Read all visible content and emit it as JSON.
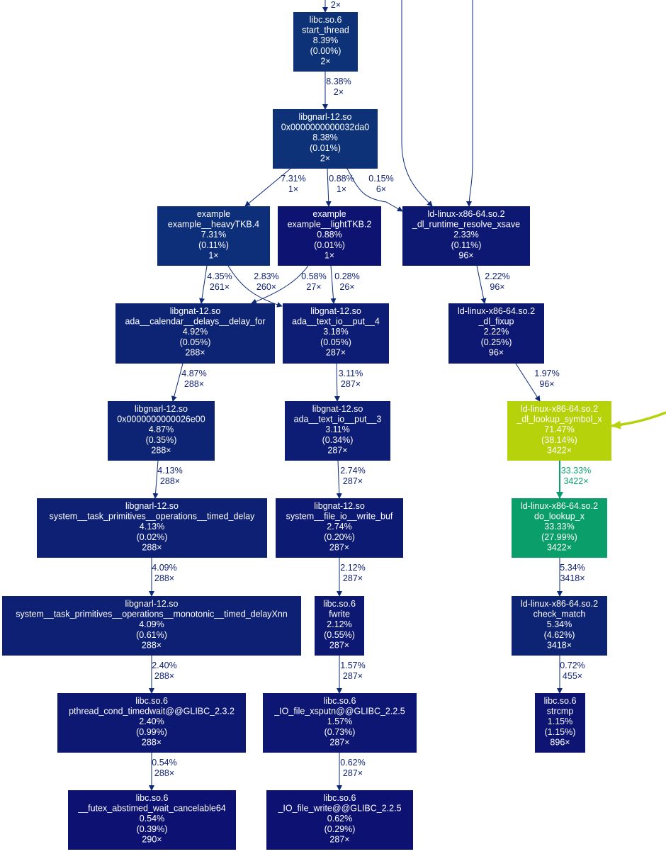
{
  "colors": {
    "navy_edge": "#0d2a7a",
    "navy_label": "#0d1f73",
    "lime_edge": "#b5d20a",
    "green_edge": "#0a9e6a",
    "green_label": "#0a9e6a"
  },
  "nodes": [
    {
      "id": "start_thread",
      "lines": [
        "libc.so.6",
        "start_thread",
        "8.39%",
        "(0.00%)",
        "2×"
      ],
      "fill": "#0d3278",
      "text_color": "#ffffff"
    },
    {
      "id": "libgnarl_32da0",
      "lines": [
        "libgnarl-12.so",
        "0x0000000000032da0",
        "8.38%",
        "(0.01%)",
        "2×"
      ],
      "fill": "#0d3278",
      "text_color": "#ffffff"
    },
    {
      "id": "heavyTKB",
      "lines": [
        "example",
        "example__heavyTKB.4",
        "7.31%",
        "(0.11%)",
        "1×"
      ],
      "fill": "#0d2e78",
      "text_color": "#ffffff"
    },
    {
      "id": "lightTKB",
      "lines": [
        "example",
        "example__lightTKB.2",
        "0.88%",
        "(0.01%)",
        "1×"
      ],
      "fill": "#0d1371",
      "text_color": "#ffffff"
    },
    {
      "id": "dl_runtime",
      "lines": [
        "ld-linux-x86-64.so.2",
        "_dl_runtime_resolve_xsave",
        "2.33%",
        "(0.11%)",
        "96×"
      ],
      "fill": "#0d1873",
      "text_color": "#ffffff"
    },
    {
      "id": "delay_for",
      "lines": [
        "libgnat-12.so",
        "ada__calendar__delays__delay_for",
        "4.92%",
        "(0.05%)",
        "288×"
      ],
      "fill": "#0d2475",
      "text_color": "#ffffff"
    },
    {
      "id": "put_4",
      "lines": [
        "libgnat-12.so",
        "ada__text_io__put__4",
        "3.18%",
        "(0.05%)",
        "287×"
      ],
      "fill": "#0d1c74",
      "text_color": "#ffffff"
    },
    {
      "id": "dl_fixup",
      "lines": [
        "ld-linux-x86-64.so.2",
        "_dl_fixup",
        "2.22%",
        "(0.25%)",
        "96×"
      ],
      "fill": "#0d1873",
      "text_color": "#ffffff"
    },
    {
      "id": "libgnarl_26e00",
      "lines": [
        "libgnarl-12.so",
        "0x0000000000026e00",
        "4.87%",
        "(0.35%)",
        "288×"
      ],
      "fill": "#0d2475",
      "text_color": "#ffffff"
    },
    {
      "id": "put_3",
      "lines": [
        "libgnat-12.so",
        "ada__text_io__put__3",
        "3.11%",
        "(0.34%)",
        "287×"
      ],
      "fill": "#0d1c74",
      "text_color": "#ffffff"
    },
    {
      "id": "dl_lookup_symbol",
      "lines": [
        "ld-linux-x86-64.so.2",
        "_dl_lookup_symbol_x",
        "71.47%",
        "(38.14%)",
        "3422×"
      ],
      "fill": "#b5d20a",
      "text_color": "#ffffff"
    },
    {
      "id": "timed_delay",
      "lines": [
        "libgnarl-12.so",
        "system__task_primitives__operations__timed_delay",
        "4.13%",
        "(0.02%)",
        "288×"
      ],
      "fill": "#0d2074",
      "text_color": "#ffffff"
    },
    {
      "id": "write_buf",
      "lines": [
        "libgnat-12.so",
        "system__file_io__write_buf",
        "2.74%",
        "(0.20%)",
        "287×"
      ],
      "fill": "#0d1a73",
      "text_color": "#ffffff"
    },
    {
      "id": "do_lookup",
      "lines": [
        "ld-linux-x86-64.so.2",
        "do_lookup_x",
        "33.33%",
        "(27.99%)",
        "3422×"
      ],
      "fill": "#0a9e6a",
      "text_color": "#ffffff"
    },
    {
      "id": "monotonic",
      "lines": [
        "libgnarl-12.so",
        "system__task_primitives__operations__monotonic__timed_delayXnn",
        "4.09%",
        "(0.61%)",
        "288×"
      ],
      "fill": "#0d2074",
      "text_color": "#ffffff"
    },
    {
      "id": "fwrite",
      "lines": [
        "libc.so.6",
        "fwrite",
        "2.12%",
        "(0.55%)",
        "287×"
      ],
      "fill": "#0d1873",
      "text_color": "#ffffff"
    },
    {
      "id": "check_match",
      "lines": [
        "ld-linux-x86-64.so.2",
        "check_match",
        "5.34%",
        "(4.62%)",
        "3418×"
      ],
      "fill": "#0d2475",
      "text_color": "#ffffff"
    },
    {
      "id": "cond_timedwait",
      "lines": [
        "libc.so.6",
        "pthread_cond_timedwait@@GLIBC_2.3.2",
        "2.40%",
        "(0.99%)",
        "288×"
      ],
      "fill": "#0d1873",
      "text_color": "#ffffff"
    },
    {
      "id": "xsputn",
      "lines": [
        "libc.so.6",
        "_IO_file_xsputn@@GLIBC_2.2.5",
        "1.57%",
        "(0.73%)",
        "287×"
      ],
      "fill": "#0d1673",
      "text_color": "#ffffff"
    },
    {
      "id": "strcmp",
      "lines": [
        "libc.so.6",
        "strcmp",
        "1.15%",
        "(1.15%)",
        "896×"
      ],
      "fill": "#0d1472",
      "text_color": "#ffffff"
    },
    {
      "id": "futex",
      "lines": [
        "libc.so.6",
        "__futex_abstimed_wait_cancelable64",
        "0.54%",
        "(0.39%)",
        "290×"
      ],
      "fill": "#0d1171",
      "text_color": "#ffffff"
    },
    {
      "id": "file_write",
      "lines": [
        "libc.so.6",
        "_IO_file_write@@GLIBC_2.2.5",
        "0.62%",
        "(0.29%)",
        "287×"
      ],
      "fill": "#0d1171",
      "text_color": "#ffffff"
    }
  ],
  "edges": [
    {
      "from": "above",
      "to": "start_thread",
      "lines": [
        "",
        "2×"
      ],
      "style": "navy"
    },
    {
      "from": "start_thread",
      "to": "libgnarl_32da0",
      "lines": [
        "8.38%",
        "2×"
      ],
      "style": "navy"
    },
    {
      "from": "libgnarl_32da0",
      "to": "heavyTKB",
      "lines": [
        "7.31%",
        "1×"
      ],
      "style": "navy"
    },
    {
      "from": "libgnarl_32da0",
      "to": "lightTKB",
      "lines": [
        "0.88%",
        "1×"
      ],
      "style": "navy"
    },
    {
      "from": "libgnarl_32da0",
      "to": "dl_runtime",
      "lines": [
        "0.15%",
        "6×"
      ],
      "style": "navy"
    },
    {
      "from": "above",
      "to": "dl_runtime",
      "lines": [],
      "style": "navy"
    },
    {
      "from": "above",
      "to": "dl_runtime",
      "lines": [],
      "style": "navy"
    },
    {
      "from": "heavyTKB",
      "to": "delay_for",
      "lines": [
        "4.35%",
        "261×"
      ],
      "style": "navy"
    },
    {
      "from": "heavyTKB",
      "to": "put_4",
      "lines": [
        "2.83%",
        "260×"
      ],
      "style": "navy"
    },
    {
      "from": "lightTKB",
      "to": "delay_for",
      "lines": [
        "0.58%",
        "27×"
      ],
      "style": "navy"
    },
    {
      "from": "lightTKB",
      "to": "put_4",
      "lines": [
        "0.28%",
        "26×"
      ],
      "style": "navy"
    },
    {
      "from": "dl_runtime",
      "to": "dl_fixup",
      "lines": [
        "2.22%",
        "96×"
      ],
      "style": "navy"
    },
    {
      "from": "delay_for",
      "to": "libgnarl_26e00",
      "lines": [
        "4.87%",
        "288×"
      ],
      "style": "navy"
    },
    {
      "from": "put_4",
      "to": "put_3",
      "lines": [
        "3.11%",
        "287×"
      ],
      "style": "navy"
    },
    {
      "from": "dl_fixup",
      "to": "dl_lookup_symbol",
      "lines": [
        "1.97%",
        "96×"
      ],
      "style": "navy"
    },
    {
      "from": "right",
      "to": "dl_lookup_symbol",
      "lines": [],
      "style": "lime"
    },
    {
      "from": "libgnarl_26e00",
      "to": "timed_delay",
      "lines": [
        "4.13%",
        "288×"
      ],
      "style": "navy"
    },
    {
      "from": "put_3",
      "to": "write_buf",
      "lines": [
        "2.74%",
        "287×"
      ],
      "style": "navy"
    },
    {
      "from": "dl_lookup_symbol",
      "to": "do_lookup",
      "lines": [
        "33.33%",
        "3422×"
      ],
      "style": "green"
    },
    {
      "from": "timed_delay",
      "to": "monotonic",
      "lines": [
        "4.09%",
        "288×"
      ],
      "style": "navy"
    },
    {
      "from": "write_buf",
      "to": "fwrite",
      "lines": [
        "2.12%",
        "287×"
      ],
      "style": "navy"
    },
    {
      "from": "do_lookup",
      "to": "check_match",
      "lines": [
        "5.34%",
        "3418×"
      ],
      "style": "navy"
    },
    {
      "from": "monotonic",
      "to": "cond_timedwait",
      "lines": [
        "2.40%",
        "288×"
      ],
      "style": "navy"
    },
    {
      "from": "fwrite",
      "to": "xsputn",
      "lines": [
        "1.57%",
        "287×"
      ],
      "style": "navy"
    },
    {
      "from": "check_match",
      "to": "strcmp",
      "lines": [
        "0.72%",
        "455×"
      ],
      "style": "navy"
    },
    {
      "from": "cond_timedwait",
      "to": "futex",
      "lines": [
        "0.54%",
        "288×"
      ],
      "style": "navy"
    },
    {
      "from": "xsputn",
      "to": "file_write",
      "lines": [
        "0.62%",
        "287×"
      ],
      "style": "navy"
    }
  ]
}
